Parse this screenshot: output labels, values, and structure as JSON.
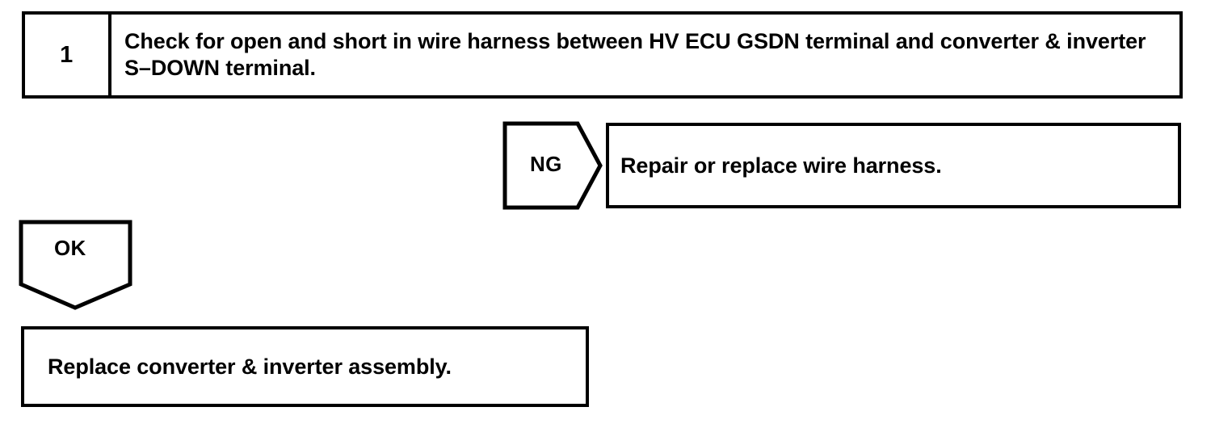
{
  "diagram": {
    "type": "troubleshooting-flowchart",
    "colors": {
      "stroke": "#000000",
      "fill": "#ffffff",
      "text": "#000000"
    },
    "step": {
      "number": "1",
      "instruction": "Check for open and short in wire harness between HV ECU GSDN terminal and converter & inverter S–DOWN terminal."
    },
    "branches": [
      {
        "id": "ng",
        "label": "NG",
        "direction": "right",
        "result": "Repair or replace wire harness."
      },
      {
        "id": "ok",
        "label": "OK",
        "direction": "down",
        "result": "Replace converter & inverter assembly."
      }
    ]
  }
}
